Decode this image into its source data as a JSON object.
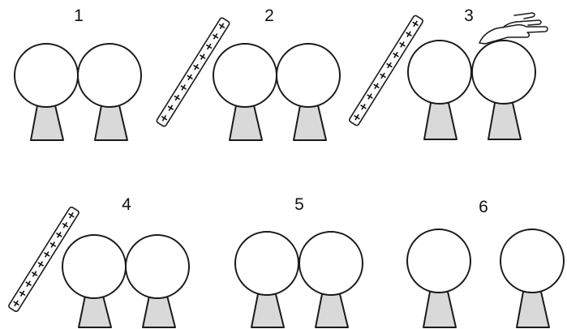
{
  "figure": {
    "colors": {
      "outline": "#1a1a1a",
      "sphere_fill": "#ffffff",
      "stand_fill": "#d9d9d9",
      "rod_fill": "#ffffff",
      "charge_mark": "#111111"
    },
    "charge_symbol": "+",
    "steps": [
      {
        "label": "1",
        "rod": false,
        "hand": false,
        "spheres_touching": true
      },
      {
        "label": "2",
        "rod": true,
        "hand": false,
        "spheres_touching": true
      },
      {
        "label": "3",
        "rod": true,
        "hand": true,
        "spheres_touching": true
      },
      {
        "label": "4",
        "rod": true,
        "hand": false,
        "spheres_touching": true
      },
      {
        "label": "5",
        "rod": false,
        "hand": false,
        "spheres_touching": true
      },
      {
        "label": "6",
        "rod": false,
        "hand": false,
        "spheres_touching": false
      }
    ]
  }
}
